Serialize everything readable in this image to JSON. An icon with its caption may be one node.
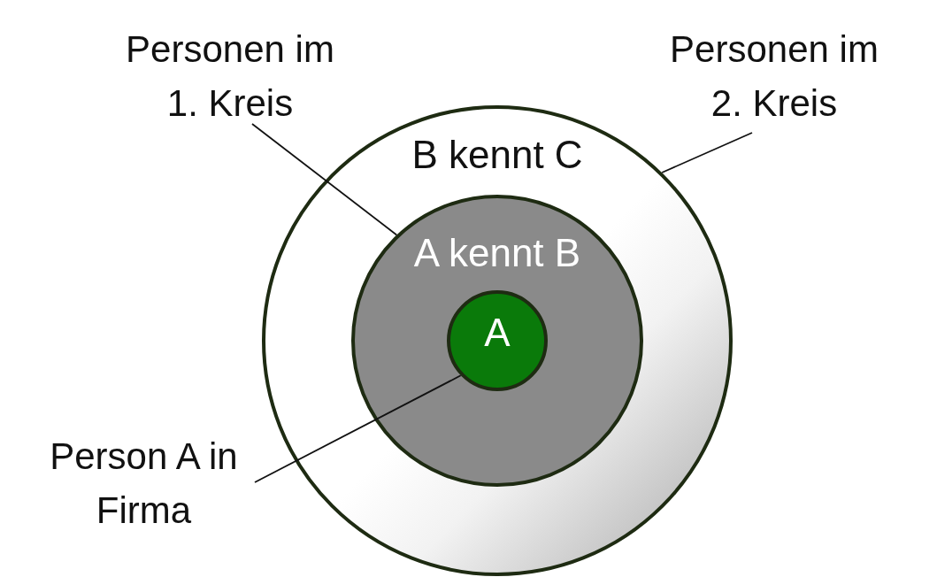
{
  "diagram": {
    "nodes": [
      {
        "text": [
          "B kennt C"
        ]
      },
      {
        "text": [
          "A kennt B"
        ],
        "in": 0
      },
      {
        "text": [
          "A"
        ],
        "in": 1
      },
      {
        "text": [
          "Personen im 1. Kreis"
        ]
      },
      {
        "text": [
          "Personen im 2. Kreis"
        ]
      },
      {
        "text": [
          "Person A in Firma"
        ]
      }
    ],
    "edges": [
      {
        "from": 3,
        "to": 1,
        "arrow": "none"
      },
      {
        "from": 4,
        "to": 0,
        "arrow": "none"
      },
      {
        "from": 5,
        "to": 2,
        "arrow": "none"
      }
    ]
  }
}
